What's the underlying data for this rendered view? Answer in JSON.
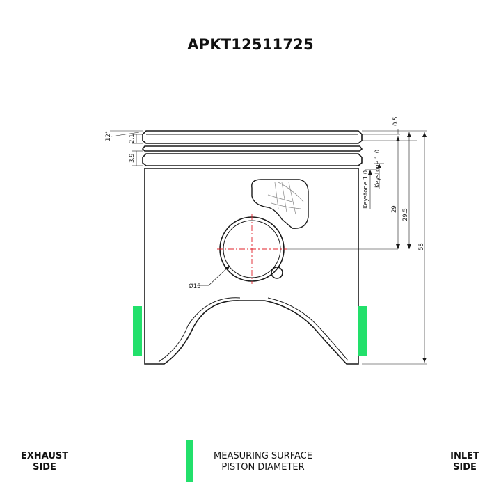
{
  "title": "APKT12511725",
  "dimensions": {
    "angle": "12°",
    "ring1": "2.1",
    "ring2": "3.9",
    "top_land": "0.5",
    "keystone_a": "Keystone 1.0",
    "keystone_b": "Keystone 1.0",
    "pin_height_a": "29",
    "pin_height_b": "29.5",
    "total_height": "58",
    "pin_diameter": "Ø15"
  },
  "legend": {
    "left_label_line1": "EXHAUST",
    "left_label_line2": "SIDE",
    "right_label_line1": "INLET",
    "right_label_line2": "SIDE",
    "measuring_line1": "MEASURING SURFACE",
    "measuring_line2": "PISTON DIAMETER"
  },
  "colors": {
    "outline": "#1a1a1a",
    "measuring_surface": "#22e06b",
    "centerline": "#e0202a",
    "hatch": "#888888"
  }
}
